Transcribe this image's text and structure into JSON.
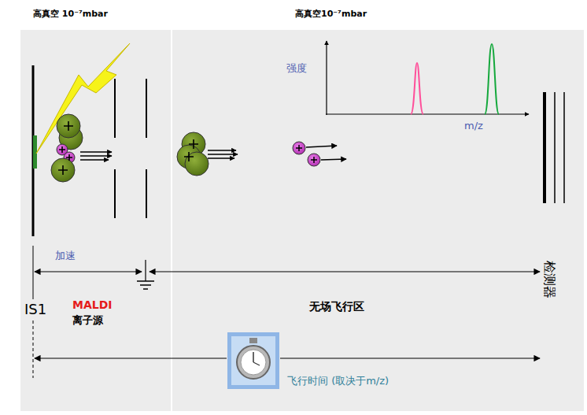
{
  "diagram": {
    "labels": [
      "高真空 10⁻⁷mbar",
      "高真空10⁻⁷mbar",
      "强度",
      "m/z",
      "加速",
      "检测器",
      "IS1",
      "MALDI",
      "离子源",
      "无场飞行区",
      "飞行时间 (取决于m/z)"
    ]
  }
}
